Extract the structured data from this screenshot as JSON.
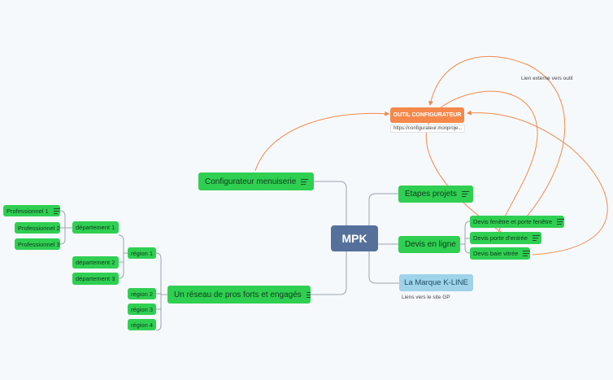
{
  "root": {
    "label": "MPK"
  },
  "configurateur": {
    "label": "Configurateur menuiserie",
    "tool": {
      "label": "OUTIL CONFIGURATEUR",
      "link_text": "https://configurateur.monproje...",
      "annotation": "Lien externe vers outil"
    }
  },
  "etapes": {
    "label": "Etapes projets"
  },
  "devis": {
    "label": "Devis en ligne",
    "children": [
      "Devis fenêtre et porte fenêtre",
      "Devis porte d'entrée",
      "Devis baie vitrée"
    ]
  },
  "marque": {
    "label": "La Marque K-LINE",
    "note": "Liens vers le site GP"
  },
  "reseau": {
    "label": "Un réseau de pros forts et engagés",
    "regions": [
      "région 1",
      "région 2",
      "région 3",
      "région 4"
    ],
    "departements": [
      "département 1",
      "département 2",
      "département 3"
    ],
    "professionnels": [
      "Professionnel 1",
      "Professionnel 2",
      "Professionnel 3"
    ]
  },
  "colors": {
    "node_green": "#2fcf52",
    "root": "#55709b",
    "tool_orange": "#f5884a",
    "marque_blue": "#9fd3ea",
    "connector": "#9aa3ad",
    "arrow": "#f08a4b"
  },
  "icons": {
    "note": "note-lines-icon"
  }
}
